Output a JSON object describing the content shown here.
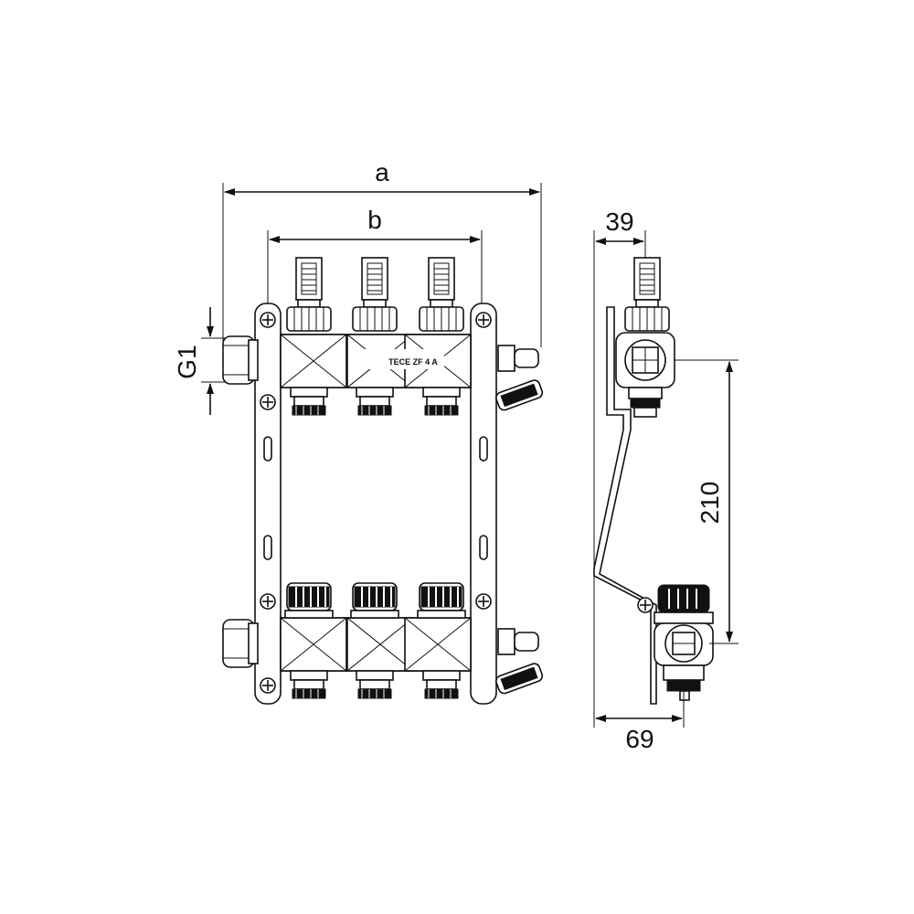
{
  "dimensions": {
    "overall_width": "a",
    "port_spacing": "b",
    "thread": "G1",
    "depth_top": "39",
    "height_between": "210",
    "depth_bottom": "69"
  },
  "product_label": "TECE ZF  4  A"
}
